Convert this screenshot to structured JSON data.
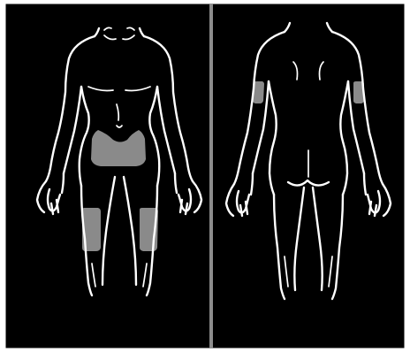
{
  "colors": {
    "background": "#000000",
    "frame": "#ffffff",
    "outline": "#ffffff",
    "divider": "#8c8c8c",
    "site_fill": "#8a8a8a"
  },
  "views": [
    {
      "id": "front",
      "highlighted_sites": [
        "abdomen",
        "left-thigh",
        "right-thigh"
      ]
    },
    {
      "id": "back",
      "highlighted_sites": [
        "left-upper-arm",
        "right-upper-arm"
      ]
    }
  ]
}
